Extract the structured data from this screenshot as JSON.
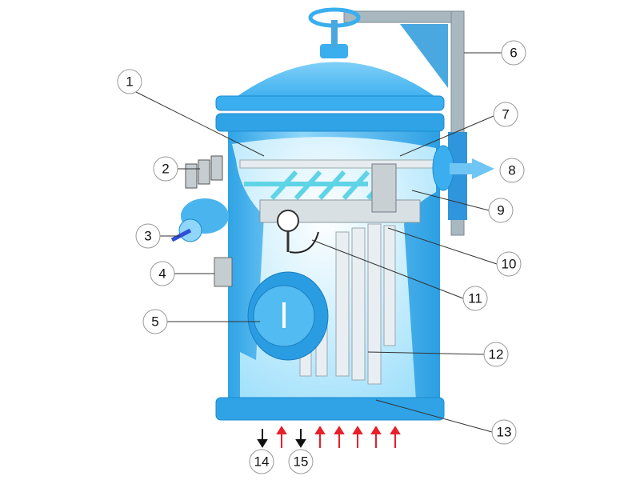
{
  "diagram": {
    "callouts": [
      "1",
      "2",
      "3",
      "4",
      "5",
      "6",
      "7",
      "8",
      "9",
      "10",
      "11",
      "12",
      "13",
      "14",
      "15"
    ],
    "colors": {
      "shell": "#3fb0ee",
      "shell_light": "#a8e2fb",
      "interior": "#d9f4fd",
      "inlet_arrow": "#e8202a",
      "outlet_arrow": "#111111",
      "bracket": "#4aa8e0",
      "pipe": "#a9b8c0"
    }
  }
}
